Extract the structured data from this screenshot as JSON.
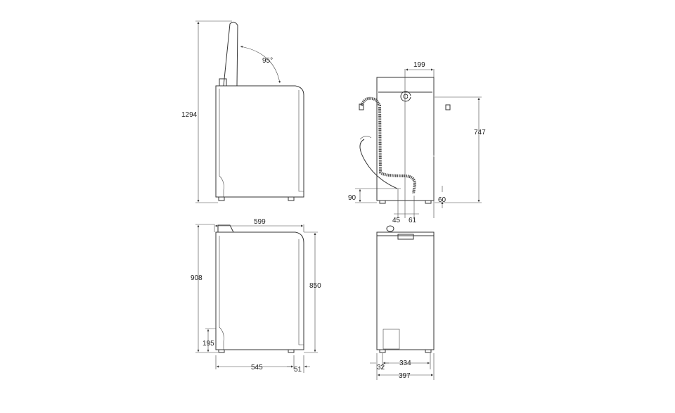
{
  "diagram": {
    "side_view_open": {
      "height_open": "1294",
      "lid_angle": "95°"
    },
    "rear_view": {
      "inlet_offset": "199",
      "inlet_height": "747",
      "drain_height": "90",
      "cable_height": "60",
      "drain_offset_left": "45",
      "drain_offset_right": "61"
    },
    "side_view_closed": {
      "depth": "599",
      "height_total": "908",
      "height_body": "850",
      "door_height": "195",
      "base_depth": "545",
      "front_offset": "51"
    },
    "front_view": {
      "foot_offset": "32",
      "foot_span": "334",
      "width": "397"
    }
  }
}
